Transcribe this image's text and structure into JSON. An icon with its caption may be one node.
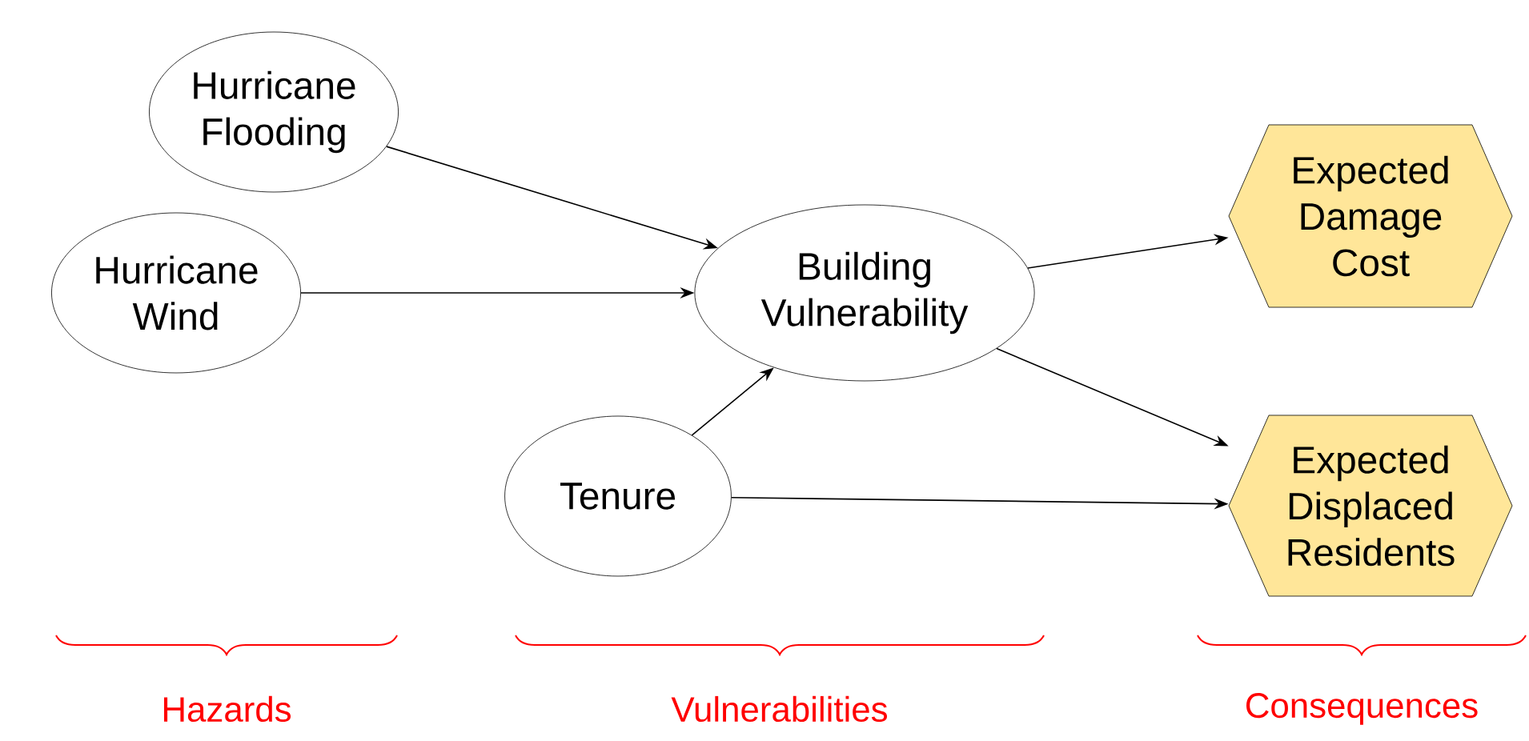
{
  "diagram": {
    "nodes": [
      {
        "text": [
          "Hurricane Flooding"
        ]
      },
      {
        "text": [
          "Hurricane Wind"
        ]
      },
      {
        "text": [
          "Building Vulnerability"
        ]
      },
      {
        "text": [
          "Tenure"
        ]
      },
      {
        "text": [
          "Expected Damage Cost"
        ]
      },
      {
        "text": [
          "Expected Displaced Residents"
        ]
      }
    ],
    "edges": [
      {
        "from": 0,
        "to": 2,
        "arrow": "to"
      },
      {
        "from": 1,
        "to": 2,
        "arrow": "to"
      },
      {
        "from": 3,
        "to": 2,
        "arrow": "to"
      },
      {
        "from": 2,
        "to": 4,
        "arrow": "to"
      },
      {
        "from": 2,
        "to": 5,
        "arrow": "to"
      },
      {
        "from": 3,
        "to": 5,
        "arrow": "to"
      }
    ],
    "labels": [
      "Hazards",
      "Vulnerabilities",
      "Consequences"
    ]
  }
}
